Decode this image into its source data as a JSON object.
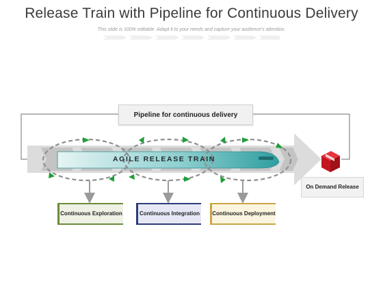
{
  "header": {
    "title": "Release Train with Pipeline for Continuous Delivery",
    "subtitle": "This slide is 100% editable. Adapt it to your needs and capture your audience's attention."
  },
  "diagram": {
    "pipeline_label": "Pipeline for continuous delivery",
    "train_label": "AGILE RELEASE TRAIN",
    "release_label": "On Demand Release",
    "stages": [
      {
        "label": "Continuous Exploration",
        "color": "#6b8b3a"
      },
      {
        "label": "Continuous Integration",
        "color": "#2d3a7a"
      },
      {
        "label": "Continuous Deployment",
        "color": "#c9a645"
      }
    ],
    "colors": {
      "train": "#3aa6a8",
      "cycle_arrow": "#1f9d3a",
      "pipeline_arrow": "#d9d9d9",
      "release_icon": "#d11f2a"
    },
    "icons": [
      "release-box-icon"
    ]
  }
}
